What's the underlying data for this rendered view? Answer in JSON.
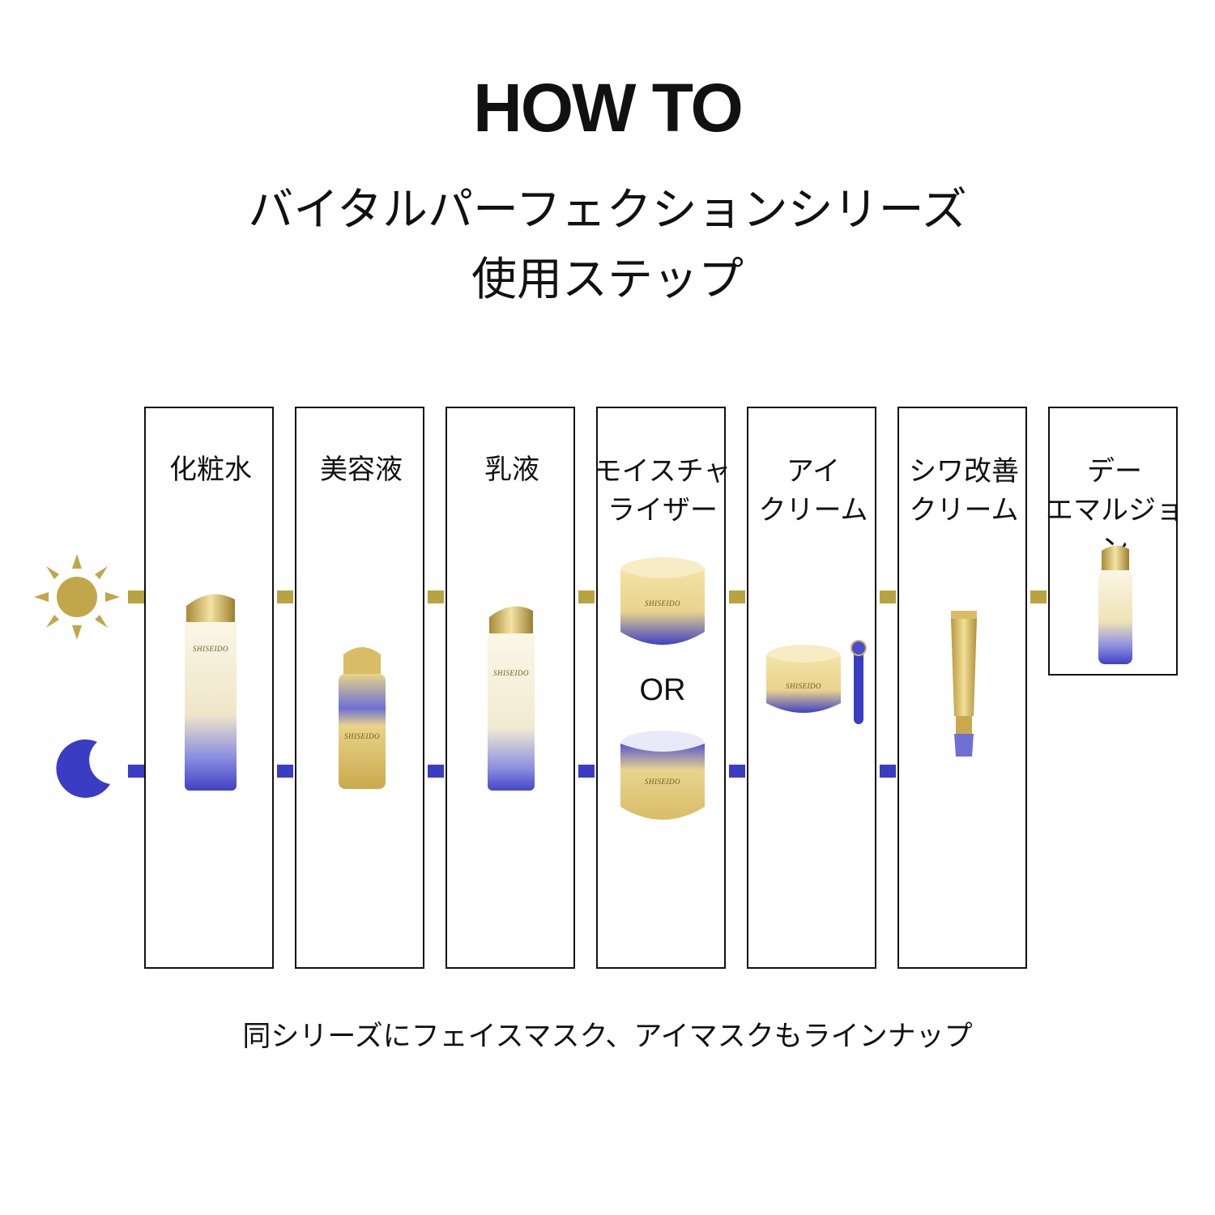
{
  "header": {
    "title": "HOW TO",
    "subtitle_line1": "バイタルパーフェクションシリーズ",
    "subtitle_line2": "使用ステップ"
  },
  "timeline": {
    "day_icon": "sun-icon",
    "night_icon": "moon-icon",
    "colors": {
      "day": "#b9a340",
      "night": "#3a3cc4",
      "gold_icon": "#c2a64a",
      "moon": "#3a3cc4"
    }
  },
  "steps": [
    {
      "label": "化粧水",
      "product_icon": "lotion-bottle-icon",
      "brand": "SHISEIDO"
    },
    {
      "label": "美容液",
      "product_icon": "serum-bottle-icon",
      "brand": "SHISEIDO"
    },
    {
      "label": "乳液",
      "product_icon": "emulsion-bottle-icon",
      "brand": "SHISEIDO"
    },
    {
      "label": "モイスチャ\nライザー",
      "or_text": "OR",
      "product_icon": "cream-jar-icon",
      "brand": "SHISEIDO"
    },
    {
      "label": "アイ\nクリーム",
      "product_icon": "eye-cream-jar-icon",
      "brand": "SHISEIDO"
    },
    {
      "label": "シワ改善\nクリーム",
      "product_icon": "wrinkle-cream-tube-icon"
    },
    {
      "label": "デー\nエマルジョン",
      "product_icon": "day-emulsion-bottle-icon"
    }
  ],
  "footer": {
    "note": "同シリーズにフェイスマスク、アイマスクもラインナップ"
  }
}
